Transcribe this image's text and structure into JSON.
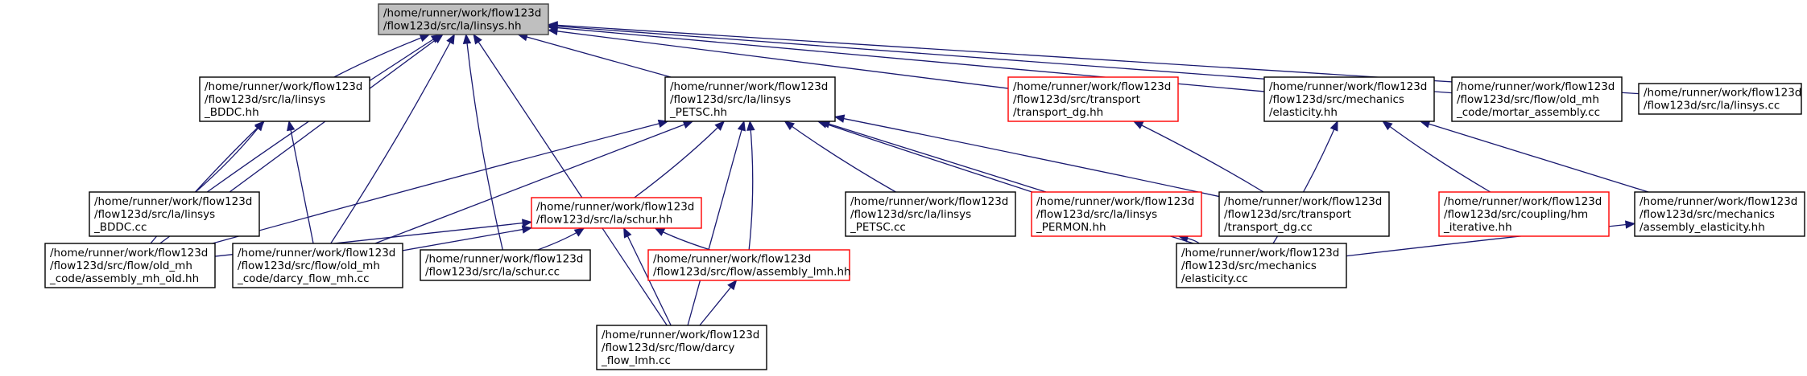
{
  "nodes": [
    {
      "id": "root",
      "lines": [
        "/home/runner/work/flow123d",
        "/flow123d/src/la/linsys.hh"
      ],
      "style": "root"
    },
    {
      "id": "linsys_bddc_hh",
      "lines": [
        "/home/runner/work/flow123d",
        "/flow123d/src/la/linsys",
        "_BDDC.hh"
      ],
      "style": "black"
    },
    {
      "id": "linsys_petsc_hh",
      "lines": [
        "/home/runner/work/flow123d",
        "/flow123d/src/la/linsys",
        "_PETSC.hh"
      ],
      "style": "black"
    },
    {
      "id": "transport_dg_hh",
      "lines": [
        "/home/runner/work/flow123d",
        "/flow123d/src/transport",
        "/transport_dg.hh"
      ],
      "style": "red"
    },
    {
      "id": "elasticity_hh",
      "lines": [
        "/home/runner/work/flow123d",
        "/flow123d/src/mechanics",
        "/elasticity.hh"
      ],
      "style": "black"
    },
    {
      "id": "mortar_cc",
      "lines": [
        "/home/runner/work/flow123d",
        "/flow123d/src/flow/old_mh",
        "_code/mortar_assembly.cc"
      ],
      "style": "black"
    },
    {
      "id": "linsys_cc",
      "lines": [
        "/home/runner/work/flow123d",
        "/flow123d/src/la/linsys.cc"
      ],
      "style": "black"
    },
    {
      "id": "linsys_bddc_cc",
      "lines": [
        "/home/runner/work/flow123d",
        "/flow123d/src/la/linsys",
        "_BDDC.cc"
      ],
      "style": "black"
    },
    {
      "id": "schur_hh",
      "lines": [
        "/home/runner/work/flow123d",
        "/flow123d/src/la/schur.hh"
      ],
      "style": "red"
    },
    {
      "id": "linsys_petsc_cc",
      "lines": [
        "/home/runner/work/flow123d",
        "/flow123d/src/la/linsys",
        "_PETSC.cc"
      ],
      "style": "black"
    },
    {
      "id": "linsys_permon_hh",
      "lines": [
        "/home/runner/work/flow123d",
        "/flow123d/src/la/linsys",
        "_PERMON.hh"
      ],
      "style": "red"
    },
    {
      "id": "transport_dg_cc",
      "lines": [
        "/home/runner/work/flow123d",
        "/flow123d/src/transport",
        "/transport_dg.cc"
      ],
      "style": "black"
    },
    {
      "id": "hm_iterative_hh",
      "lines": [
        "/home/runner/work/flow123d",
        "/flow123d/src/coupling/hm",
        "_iterative.hh"
      ],
      "style": "red"
    },
    {
      "id": "assembly_elasticity_hh",
      "lines": [
        "/home/runner/work/flow123d",
        "/flow123d/src/mechanics",
        "/assembly_elasticity.hh"
      ],
      "style": "black"
    },
    {
      "id": "assembly_mh_old_hh",
      "lines": [
        "/home/runner/work/flow123d",
        "/flow123d/src/flow/old_mh",
        "_code/assembly_mh_old.hh"
      ],
      "style": "black"
    },
    {
      "id": "darcy_flow_mh_cc",
      "lines": [
        "/home/runner/work/flow123d",
        "/flow123d/src/flow/old_mh",
        "_code/darcy_flow_mh.cc"
      ],
      "style": "black"
    },
    {
      "id": "schur_cc",
      "lines": [
        "/home/runner/work/flow123d",
        "/flow123d/src/la/schur.cc"
      ],
      "style": "black"
    },
    {
      "id": "assembly_lmh_hh",
      "lines": [
        "/home/runner/work/flow123d",
        "/flow123d/src/flow/assembly_lmh.hh"
      ],
      "style": "red"
    },
    {
      "id": "elasticity_cc",
      "lines": [
        "/home/runner/work/flow123d",
        "/flow123d/src/mechanics",
        "/elasticity.cc"
      ],
      "style": "black"
    },
    {
      "id": "darcy_flow_lmh_cc",
      "lines": [
        "/home/runner/work/flow123d",
        "/flow123d/src/flow/darcy",
        "_flow_lmh.cc"
      ],
      "style": "black"
    }
  ],
  "edges": [
    {
      "from": "linsys_bddc_hh",
      "to": "root"
    },
    {
      "from": "linsys_petsc_hh",
      "to": "root"
    },
    {
      "from": "transport_dg_hh",
      "to": "root"
    },
    {
      "from": "elasticity_hh",
      "to": "root"
    },
    {
      "from": "mortar_cc",
      "to": "root"
    },
    {
      "from": "linsys_cc",
      "to": "root"
    },
    {
      "from": "linsys_bddc_cc",
      "to": "root"
    },
    {
      "from": "assembly_mh_old_hh",
      "to": "root"
    },
    {
      "from": "darcy_flow_mh_cc",
      "to": "root"
    },
    {
      "from": "schur_cc",
      "to": "root"
    },
    {
      "from": "darcy_flow_lmh_cc",
      "to": "root"
    },
    {
      "from": "linsys_bddc_cc",
      "to": "linsys_bddc_hh"
    },
    {
      "from": "assembly_mh_old_hh",
      "to": "linsys_bddc_hh"
    },
    {
      "from": "darcy_flow_mh_cc",
      "to": "linsys_bddc_hh"
    },
    {
      "from": "schur_hh",
      "to": "linsys_petsc_hh"
    },
    {
      "from": "linsys_petsc_cc",
      "to": "linsys_petsc_hh"
    },
    {
      "from": "linsys_permon_hh",
      "to": "linsys_petsc_hh"
    },
    {
      "from": "transport_dg_cc",
      "to": "linsys_petsc_hh"
    },
    {
      "from": "assembly_mh_old_hh",
      "to": "linsys_petsc_hh"
    },
    {
      "from": "darcy_flow_mh_cc",
      "to": "linsys_petsc_hh"
    },
    {
      "from": "assembly_lmh_hh",
      "to": "linsys_petsc_hh"
    },
    {
      "from": "elasticity_cc",
      "to": "linsys_petsc_hh"
    },
    {
      "from": "darcy_flow_lmh_cc",
      "to": "linsys_petsc_hh"
    },
    {
      "from": "transport_dg_cc",
      "to": "transport_dg_hh"
    },
    {
      "from": "hm_iterative_hh",
      "to": "elasticity_hh"
    },
    {
      "from": "assembly_elasticity_hh",
      "to": "elasticity_hh"
    },
    {
      "from": "elasticity_cc",
      "to": "elasticity_hh"
    },
    {
      "from": "assembly_mh_old_hh",
      "to": "schur_hh"
    },
    {
      "from": "darcy_flow_mh_cc",
      "to": "schur_hh"
    },
    {
      "from": "schur_cc",
      "to": "schur_hh"
    },
    {
      "from": "assembly_lmh_hh",
      "to": "schur_hh"
    },
    {
      "from": "darcy_flow_lmh_cc",
      "to": "schur_hh"
    },
    {
      "from": "elasticity_cc",
      "to": "linsys_permon_hh"
    },
    {
      "from": "elasticity_cc",
      "to": "assembly_elasticity_hh"
    },
    {
      "from": "darcy_flow_lmh_cc",
      "to": "assembly_lmh_hh"
    }
  ],
  "colors": {
    "edge": "#191970",
    "root_fill": "#bfbfbf",
    "red_border": "#ff0000",
    "black_border": "#000000"
  }
}
